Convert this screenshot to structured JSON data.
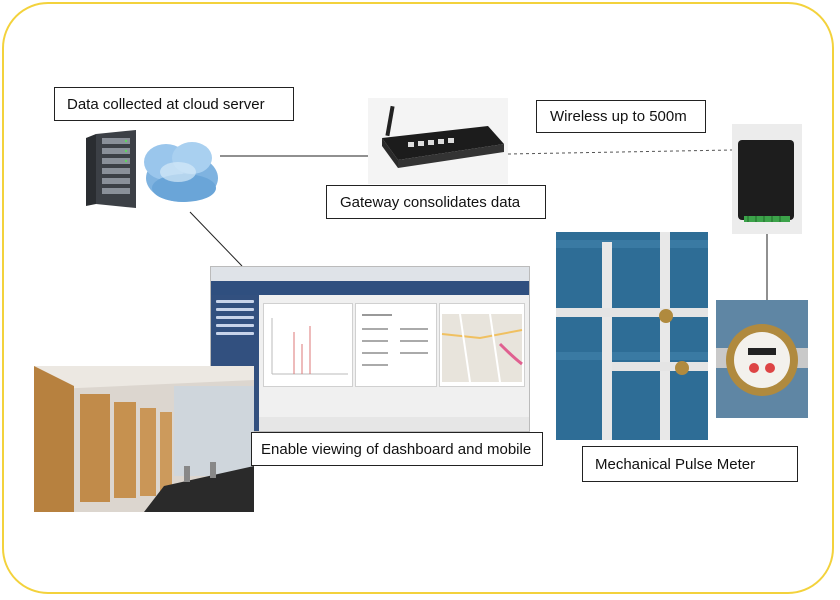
{
  "labels": {
    "cloud_server": "Data collected at cloud server",
    "gateway": "Gateway consolidates data",
    "wireless": "Wireless up to 500m",
    "dashboard": "Enable viewing of dashboard and mobile",
    "meter": "Mechanical Pulse Meter"
  },
  "colors": {
    "frame_border": "#f3d23c",
    "label_border": "#222222",
    "dashboard_nav": "#2f4f7f",
    "container_blue": "#2f6f98",
    "meter_brass": "#b08a3e"
  },
  "icons": {
    "server": "server-rack-icon",
    "cloud": "cloud-icon",
    "gateway": "gateway-router-icon",
    "transmitter": "pulse-transmitter-icon"
  }
}
